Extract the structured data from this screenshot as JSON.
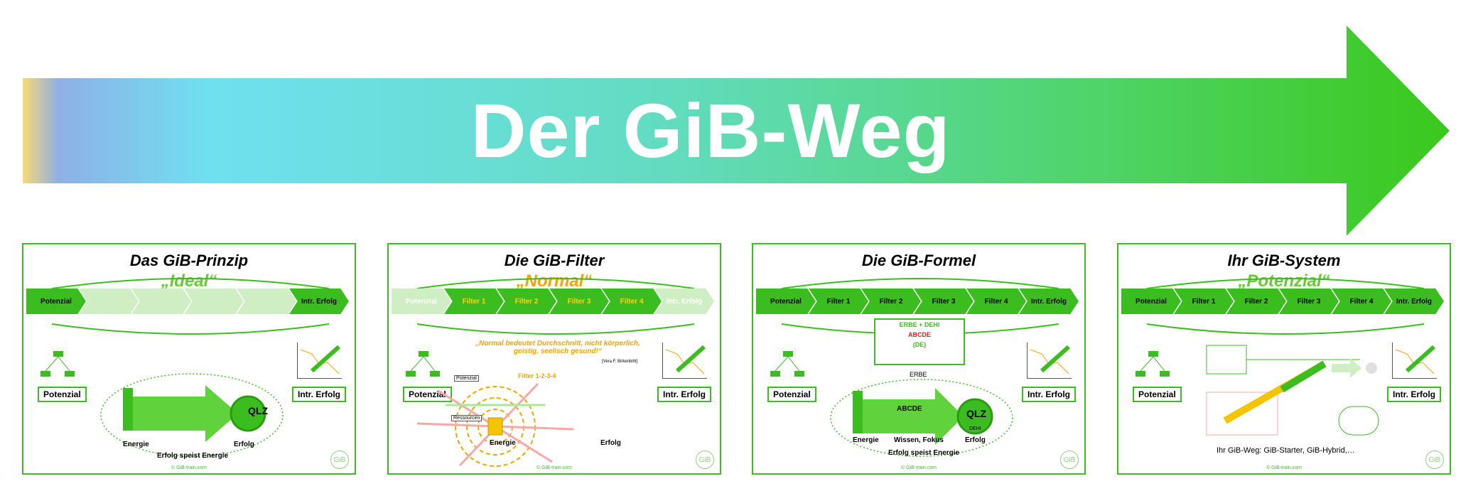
{
  "banner": {
    "title": "Der GiB-Weg"
  },
  "panels": [
    {
      "title": "Das GiB-Prinzip",
      "subtitle": "„Ideal“",
      "subtitle_color": "#66cc33",
      "chevrons": [
        "Potenzial",
        "",
        "",
        "",
        "",
        "Intr. Erfolg"
      ],
      "left_label": "Potenzial",
      "right_label": "Intr. Erfolg",
      "bottom_left": "Energie",
      "bottom_right": "Erfolg",
      "bottom_center": "Erfolg speist Energie",
      "qlz": "QLZ",
      "copyright": "© GiB-train.com"
    },
    {
      "title": "Die GiB-Filter",
      "subtitle": "„Normal“",
      "subtitle_color": "#f5a300",
      "chevrons": [
        "Potenzial",
        "Filter 1",
        "Filter 2",
        "Filter 3",
        "Filter 4",
        "Intr. Erfolg"
      ],
      "quote": "„Normal bedeutet Durchschnitt, nicht körperlich, geistig, seelisch gesund!“",
      "quote_source": "[Vera F. Birkenbihl]",
      "filter_label": "Filter 1-2-3-4",
      "left_label": "Potenzial",
      "right_label": "Intr. Erfolg",
      "tag1": "Potenzial",
      "tag2": "Ressourcen",
      "bottom_left": "Energie",
      "bottom_right": "Erfolg",
      "copyright": "© GiB-train.com"
    },
    {
      "title": "Die GiB-Formel",
      "subtitle": "",
      "subtitle_color": "#66cc33",
      "chevrons": [
        "Potenzial",
        "Filter 1",
        "Filter 2",
        "Filter 3",
        "Filter 4",
        "Intr. Erfolg"
      ],
      "formula1": "ERBE + DEHI",
      "formula2": "ABCDE",
      "formula3": "(DE)",
      "formula_caption": "ERBE",
      "left_label": "Potenzial",
      "right_label": "Intr. Erfolg",
      "center_label": "ABCDE",
      "bottom_left": "Energie",
      "bottom_center1": "Wissen, Fokus",
      "bottom_center2": "Erfolg speist Energie",
      "bottom_right": "Erfolg",
      "deh": "DEHI",
      "qlz": "QLZ",
      "copyright": "© GiB-train.com"
    },
    {
      "title": "Ihr GiB-System",
      "subtitle": "„Potenzial“",
      "subtitle_color": "#66cc33",
      "chevrons": [
        "Potenzial",
        "Filter 1",
        "Filter 2",
        "Filter 3",
        "Filter 4",
        "Intr. Erfolg"
      ],
      "left_label": "Potenzial",
      "right_label": "Intr. Erfolg",
      "bottom_text": "Ihr GiB-Weg: GiB-Starter, GiB-Hybrid,…",
      "copyright": "© GiB-train.com"
    }
  ],
  "colors": {
    "green": "#3cbd1f",
    "light_green": "#cfeec4",
    "orange": "#f5a300"
  }
}
